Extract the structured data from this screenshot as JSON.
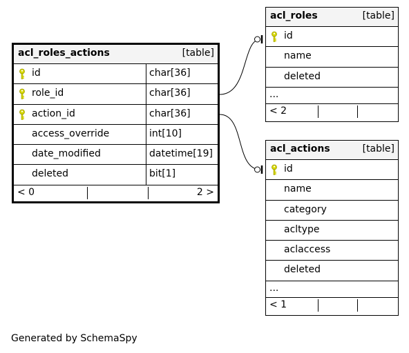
{
  "tables": {
    "acl_roles_actions": {
      "name": "acl_roles_actions",
      "kind": "[table]",
      "columns": [
        {
          "name": "id",
          "type": "char[36]",
          "key": true
        },
        {
          "name": "role_id",
          "type": "char[36]",
          "key": true
        },
        {
          "name": "action_id",
          "type": "char[36]",
          "key": true
        },
        {
          "name": "access_override",
          "type": "int[10]",
          "key": false
        },
        {
          "name": "date_modified",
          "type": "datetime[19]",
          "key": false
        },
        {
          "name": "deleted",
          "type": "bit[1]",
          "key": false
        }
      ],
      "footer_left": "< 0",
      "footer_right": "2 >"
    },
    "acl_roles": {
      "name": "acl_roles",
      "kind": "[table]",
      "columns": [
        {
          "name": "id",
          "key": true
        },
        {
          "name": "name",
          "key": false
        },
        {
          "name": "deleted",
          "key": false
        }
      ],
      "ellipsis": "...",
      "footer_left": "< 2"
    },
    "acl_actions": {
      "name": "acl_actions",
      "kind": "[table]",
      "columns": [
        {
          "name": "id",
          "key": true
        },
        {
          "name": "name",
          "key": false
        },
        {
          "name": "category",
          "key": false
        },
        {
          "name": "acltype",
          "key": false
        },
        {
          "name": "aclaccess",
          "key": false
        },
        {
          "name": "deleted",
          "key": false
        }
      ],
      "ellipsis": "...",
      "footer_left": "< 1"
    }
  },
  "key_icon_color": "#d8d800",
  "footer_text": "Generated by SchemaSpy"
}
